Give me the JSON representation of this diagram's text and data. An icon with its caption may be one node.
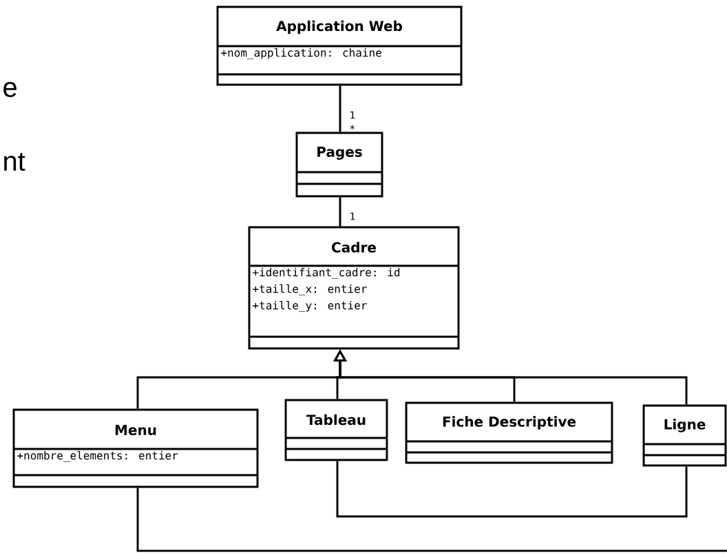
{
  "diagram": {
    "nodes": [
      {
        "text": [
          "Application Web",
          "+nom_application: chaine"
        ]
      },
      {
        "text": [
          "Pages"
        ]
      },
      {
        "text": [
          "Cadre",
          "+identifiant_cadre: id",
          "+taille_x: entier",
          "+taille_y: entier"
        ]
      },
      {
        "text": [
          "Menu",
          "+nombre_elements: entier"
        ]
      },
      {
        "text": [
          "Tableau"
        ]
      },
      {
        "text": [
          "Fiche Descriptive"
        ]
      },
      {
        "text": [
          "Ligne"
        ]
      }
    ],
    "edges": [
      {
        "from": 0,
        "to": 1,
        "arrow": "none"
      },
      {
        "from": 1,
        "to": 2,
        "arrow": "none"
      },
      {
        "from": 3,
        "to": 2,
        "arrow": "to"
      },
      {
        "from": 4,
        "to": 2,
        "arrow": "to"
      },
      {
        "from": 5,
        "to": 2,
        "arrow": "to"
      },
      {
        "from": 6,
        "to": 2,
        "arrow": "to"
      },
      {
        "from": 4,
        "to": 6,
        "arrow": "none"
      },
      {
        "from": 3,
        "to": null,
        "arrow": "none"
      }
    ],
    "labels": [
      "e",
      "nt",
      "1",
      "*",
      "1"
    ]
  }
}
